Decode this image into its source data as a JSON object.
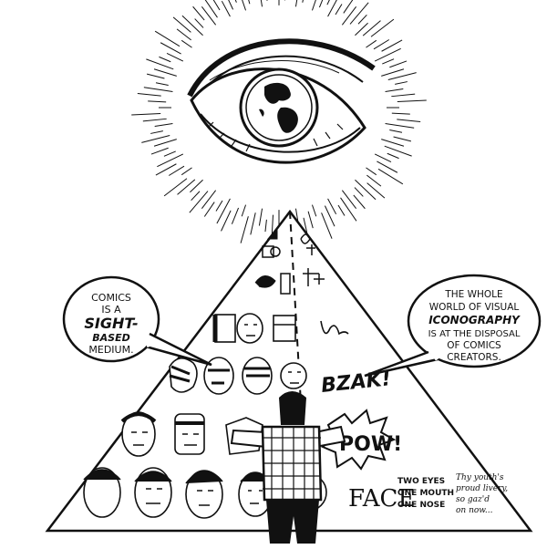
{
  "left_bubble": {
    "lines": [
      "COMICS",
      "IS A",
      "SIGHT-",
      "BASED",
      "MEDIUM."
    ]
  },
  "right_bubble": {
    "lines": [
      "THE WHOLE",
      "WORLD OF VISUAL",
      "ICONOGRAPHY",
      "IS AT THE DISPOSAL",
      "OF COMICS",
      "CREATORS."
    ]
  },
  "sound_effects": {
    "row3": "BZAK!",
    "row4": "POW!"
  },
  "bottom_row": {
    "face_word": "FACE",
    "face_desc_lines": [
      "TWO EYES",
      "ONE MOUTH",
      "ONE NOSE"
    ],
    "poem_lines": [
      "Thy youth's",
      "proud livery,",
      "so gaz'd",
      "on now..."
    ]
  },
  "icons": {
    "eye": "eye-with-globe-icon",
    "figure": "person-plaid-shirt-icon"
  },
  "colors": {
    "ink": "#111111",
    "paper": "#ffffff"
  }
}
